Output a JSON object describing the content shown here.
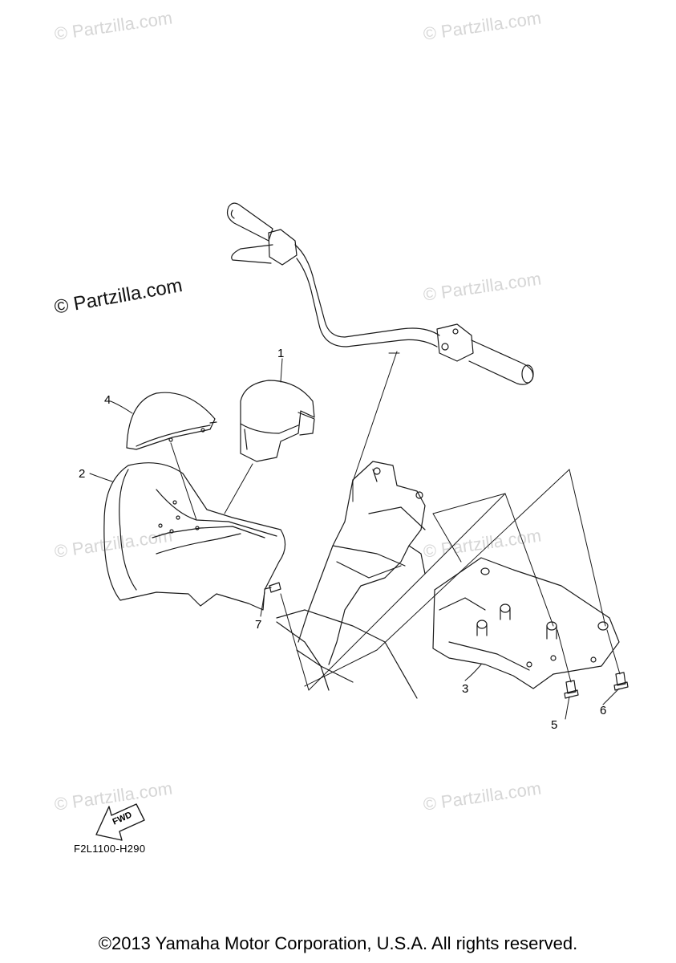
{
  "watermark": "© Partzilla.com",
  "main_watermark": "© Partzilla.com",
  "callouts": [
    "1",
    "2",
    "3",
    "4",
    "5",
    "6",
    "7"
  ],
  "fwd_label": "FWD",
  "diagram_code": "F2L1100-H290",
  "copyright": "©2013 Yamaha Motor Corporation, U.S.A. All rights reserved.",
  "colors": {
    "line": "#1a1a1a",
    "watermark": "#d6d6d6"
  }
}
